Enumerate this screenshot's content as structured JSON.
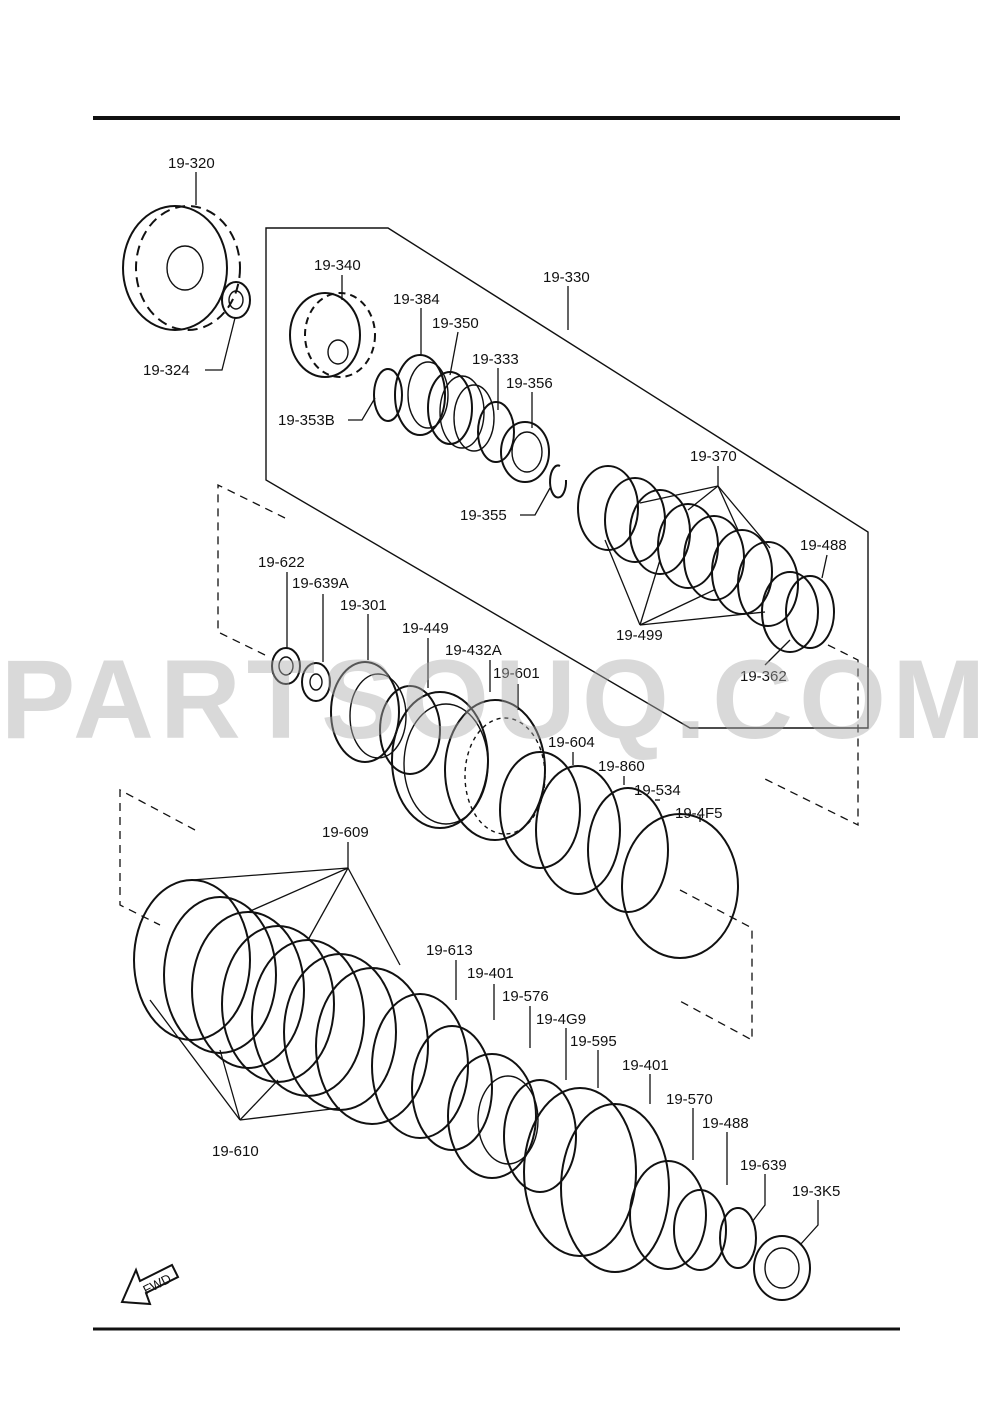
{
  "labels": {
    "l19_320": "19-320",
    "l19_324": "19-324",
    "l19_340": "19-340",
    "l19_330": "19-330",
    "l19_384": "19-384",
    "l19_350": "19-350",
    "l19_333": "19-333",
    "l19_356": "19-356",
    "l19_353B": "19-353B",
    "l19_355": "19-355",
    "l19_370": "19-370",
    "l19_488a": "19-488",
    "l19_499": "19-499",
    "l19_362": "19-362",
    "l19_622": "19-622",
    "l19_639A": "19-639A",
    "l19_301": "19-301",
    "l19_449": "19-449",
    "l19_432A": "19-432A",
    "l19_601": "19-601",
    "l19_604": "19-604",
    "l19_860": "19-860",
    "l19_534": "19-534",
    "l19_4F5": "19-4F5",
    "l19_609": "19-609",
    "l19_610": "19-610",
    "l19_613": "19-613",
    "l19_401a": "19-401",
    "l19_576": "19-576",
    "l19_4G9": "19-4G9",
    "l19_595": "19-595",
    "l19_401b": "19-401",
    "l19_570": "19-570",
    "l19_488b": "19-488",
    "l19_639": "19-639",
    "l19_3K5": "19-3K5"
  },
  "fwd_label": "FWD",
  "watermark": "PARTSOUQ.COM"
}
